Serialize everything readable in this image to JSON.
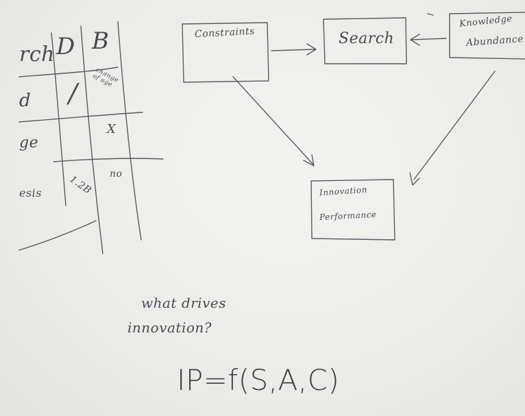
{
  "table": {
    "headers": [
      "rch",
      "D",
      "B"
    ],
    "rows": [
      {
        "label": "d",
        "d": "/",
        "b": "change of age"
      },
      {
        "label": "ge",
        "d": "",
        "b": "X"
      },
      {
        "label": "esis",
        "d": "1.2B",
        "b": "no"
      }
    ]
  },
  "diagram": {
    "nodes": {
      "constraints": "Constraints",
      "search": "Search",
      "knowledge": [
        "Knowledge",
        "Abundance"
      ],
      "performance": [
        "Innovation",
        "Performance"
      ]
    }
  },
  "question": {
    "line1": "what drives",
    "line2": "innovation?"
  },
  "formula": "IP=f(S,A,C)",
  "colors": {
    "board": "#ececea",
    "ink": "#4a4a52"
  }
}
